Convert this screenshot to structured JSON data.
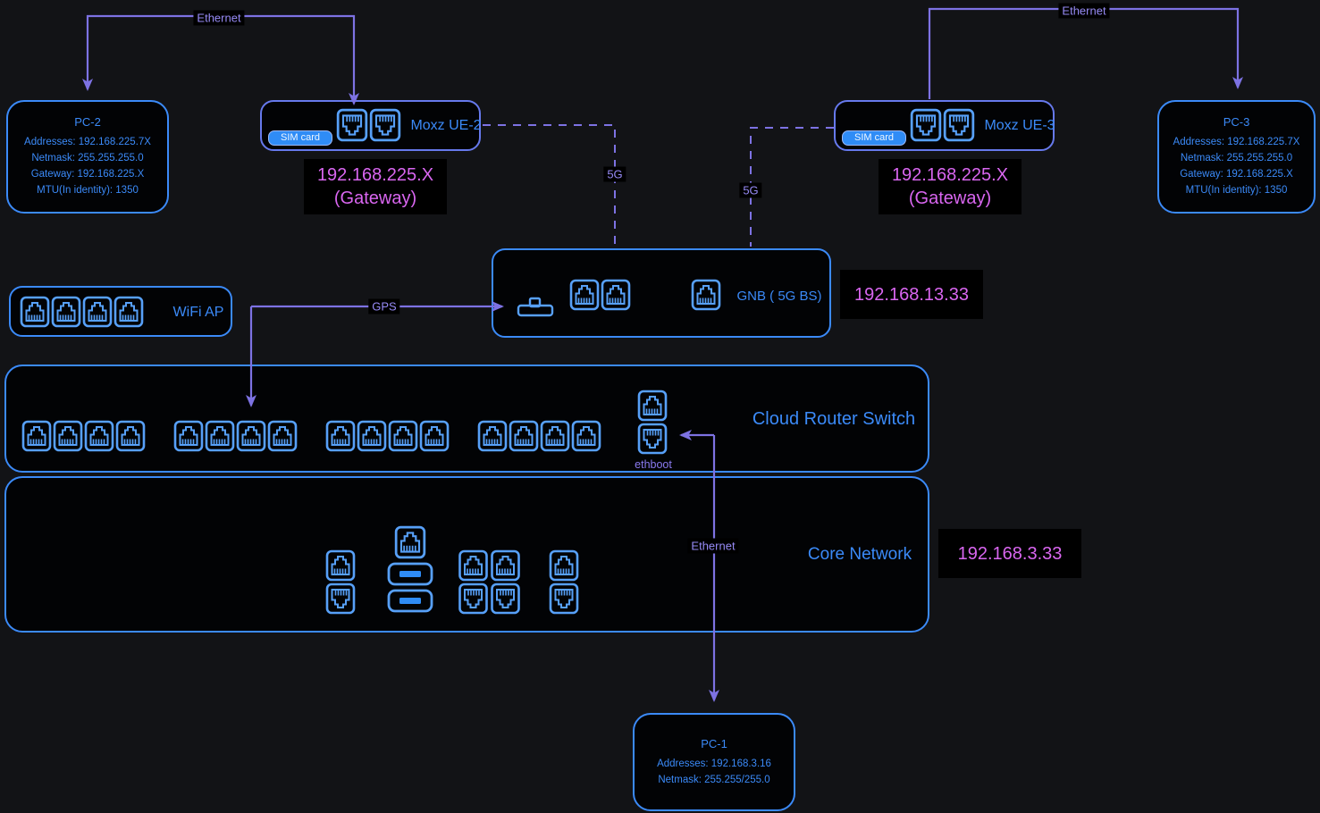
{
  "colors": {
    "background": "#121316",
    "node_border_blue": "#3b8af8",
    "node_text_blue": "#3b8af8",
    "port_icon_blue": "#57a0f8",
    "moxz_border": "#6679ec",
    "wire_purple": "#7d72e3",
    "wire_label_purple": "#968af5",
    "ip_magenta": "#d966f0",
    "sim_badge_bg": "#2f8cf6",
    "label_bg": "#000000"
  },
  "icons": {
    "ethernet_port": "rj45-port-icon",
    "gps_antenna": "gps-antenna-icon",
    "server_unit": "server-led-bar-icon"
  },
  "nodes": {
    "pc2": {
      "title": "PC-2",
      "lines": [
        "Addresses: 192.168.225.7X",
        "Netmask: 255.255.255.0",
        "Gateway: 192.168.225.X",
        "MTU(In identity): 1350"
      ]
    },
    "pc3": {
      "title": "PC-3",
      "lines": [
        "Addresses: 192.168.225.7X",
        "Netmask: 255.255.255.0",
        "Gateway: 192.168.225.X",
        "MTU(In identity): 1350"
      ]
    },
    "pc1": {
      "title": "PC-1",
      "lines": [
        "Addresses: 192.168.3.16",
        "Netmask: 255.255/255.0"
      ]
    },
    "moxz_ue2": {
      "title": "Moxz UE-2",
      "sim_label": "SIM card",
      "gateway": [
        "192.168.225.X",
        "(Gateway)"
      ]
    },
    "moxz_ue3": {
      "title": "Moxz UE-3",
      "sim_label": "SIM card",
      "gateway": [
        "192.168.225.X",
        "(Gateway)"
      ]
    },
    "gnb": {
      "title": "GNB ( 5G BS)",
      "ip": "192.168.13.33"
    },
    "wifi_ap": {
      "title": "WiFi AP"
    },
    "cloud_router": {
      "title": "Cloud Router Switch",
      "ethboot_label": "ethboot"
    },
    "core_network": {
      "title": "Core Network",
      "ip": "192.168.3.33"
    }
  },
  "edges": {
    "ethernet_left": "Ethernet",
    "ethernet_right": "Ethernet",
    "ethernet_bottom": "Ethernet",
    "fiveg_left": "5G",
    "fiveg_right": "5G",
    "gps": "GPS"
  }
}
